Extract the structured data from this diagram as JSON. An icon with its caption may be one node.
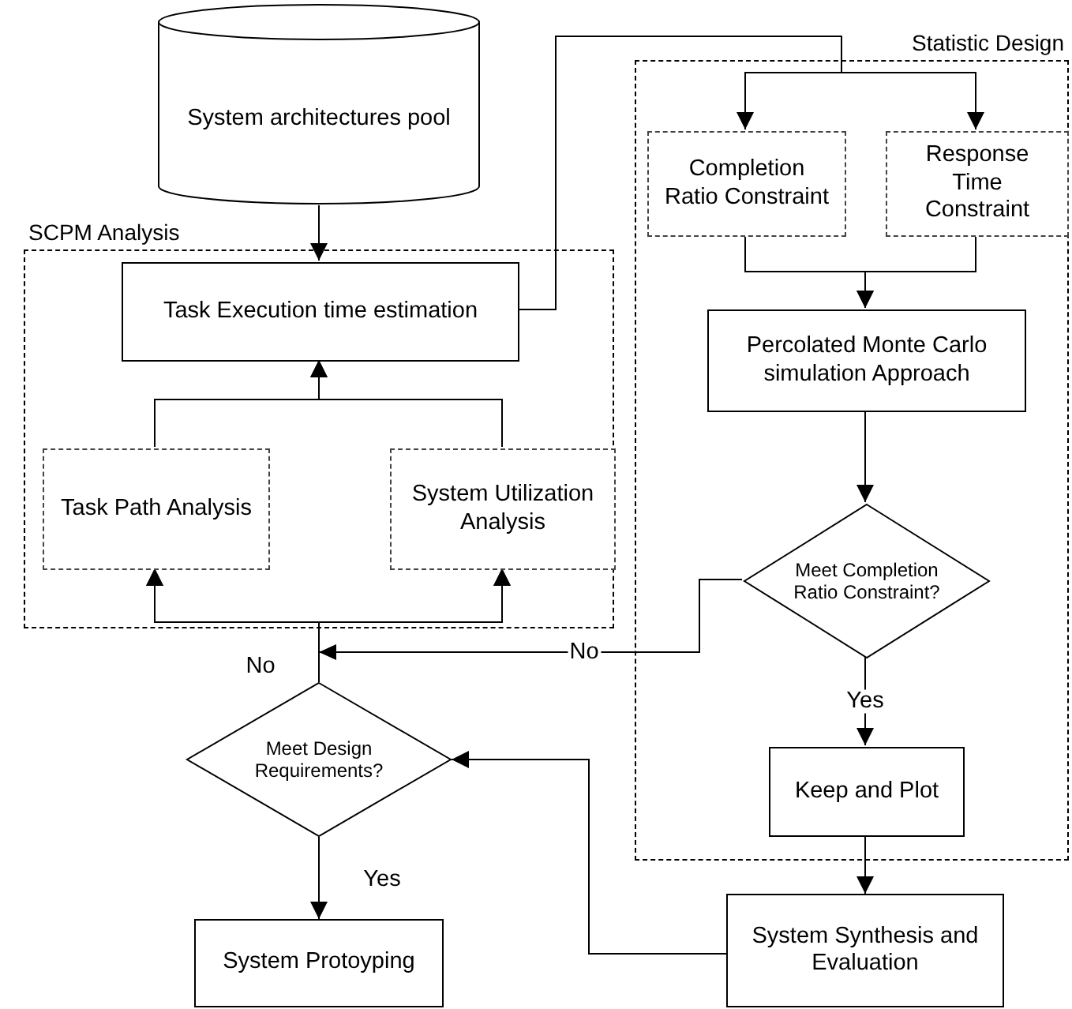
{
  "diagram": {
    "nodes": [
      {
        "text": [
          "System architectures pool"
        ]
      },
      {
        "text": [
          "SCPM Analysis"
        ]
      },
      {
        "text": [
          "Task Execution time estimation"
        ],
        "in": 1
      },
      {
        "text": [
          "Task Path Analysis"
        ],
        "in": 1
      },
      {
        "text": [
          "System Utilization Analysis"
        ],
        "in": 1
      },
      {
        "text": [
          "Statistic Design"
        ]
      },
      {
        "text": [
          "Completion Ratio Constraint"
        ],
        "in": 5
      },
      {
        "text": [
          "Response Time Constraint"
        ],
        "in": 5
      },
      {
        "text": [
          "Percolated Monte Carlo simulation Approach"
        ],
        "in": 5
      },
      {
        "text": [
          "Meet Completion Ratio Constraint?"
        ],
        "in": 5
      },
      {
        "text": [
          "Keep and Plot"
        ],
        "in": 5
      },
      {
        "text": [
          "Meet Design Requirements?"
        ]
      },
      {
        "text": [
          "System Protoyping"
        ]
      },
      {
        "text": [
          "System Synthesis and Evaluation"
        ]
      }
    ],
    "edges": [
      {
        "from": 0,
        "to": 2,
        "arrow": "to"
      },
      {
        "from": 3,
        "to": 2,
        "arrow": "to"
      },
      {
        "from": 4,
        "to": 2,
        "arrow": "to"
      },
      {
        "from": 2,
        "to": 6,
        "arrow": "to"
      },
      {
        "from": 2,
        "to": 7,
        "arrow": "to"
      },
      {
        "from": 6,
        "to": 8,
        "arrow": "to"
      },
      {
        "from": 7,
        "to": 8,
        "arrow": "to"
      },
      {
        "from": 8,
        "to": 9,
        "arrow": "to"
      },
      {
        "from": 9,
        "to": 10,
        "arrow": "to",
        "label": "Yes"
      },
      {
        "from": 9,
        "to": 3,
        "arrow": "to",
        "label": "No"
      },
      {
        "from": 9,
        "to": 4,
        "arrow": "to"
      },
      {
        "from": 11,
        "to": 3,
        "arrow": "to",
        "label": "No"
      },
      {
        "from": 11,
        "to": 4,
        "arrow": "to"
      },
      {
        "from": 10,
        "to": 13,
        "arrow": "to"
      },
      {
        "from": 13,
        "to": 11,
        "arrow": "to"
      },
      {
        "from": 11,
        "to": 12,
        "arrow": "to",
        "label": "Yes"
      }
    ]
  }
}
